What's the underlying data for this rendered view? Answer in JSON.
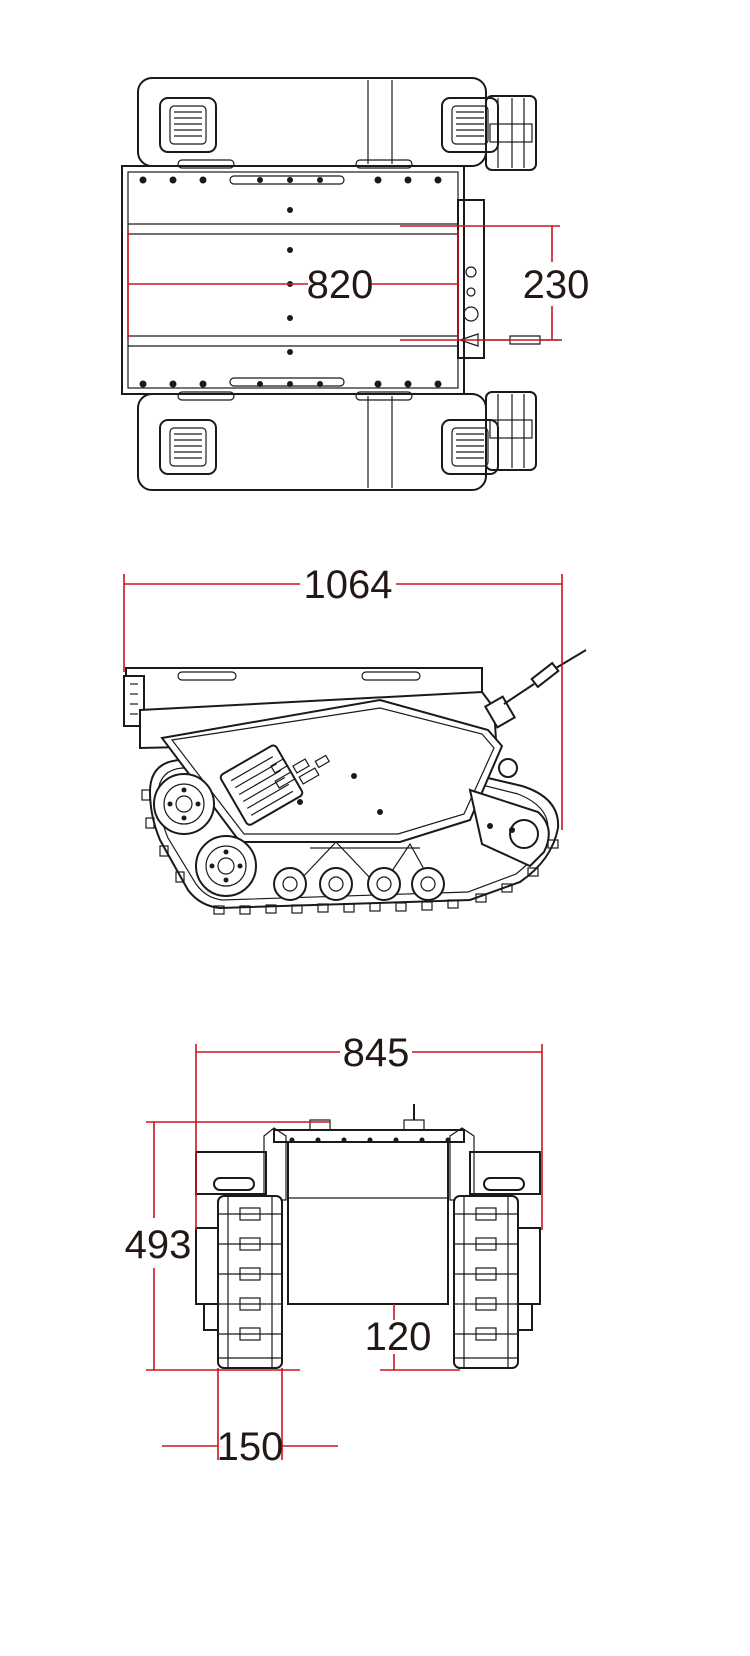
{
  "dimensions": {
    "top_view": {
      "inner_width": "820",
      "rail_spacing": "230"
    },
    "side_view": {
      "overall_length": "1064"
    },
    "front_view": {
      "overall_width": "845",
      "overall_height": "493",
      "ground_clearance": "120",
      "track_width": "150"
    }
  },
  "colors": {
    "line": "#1a1a1a",
    "dimension": "#c8161d",
    "label": "#231815",
    "background": "#ffffff"
  }
}
